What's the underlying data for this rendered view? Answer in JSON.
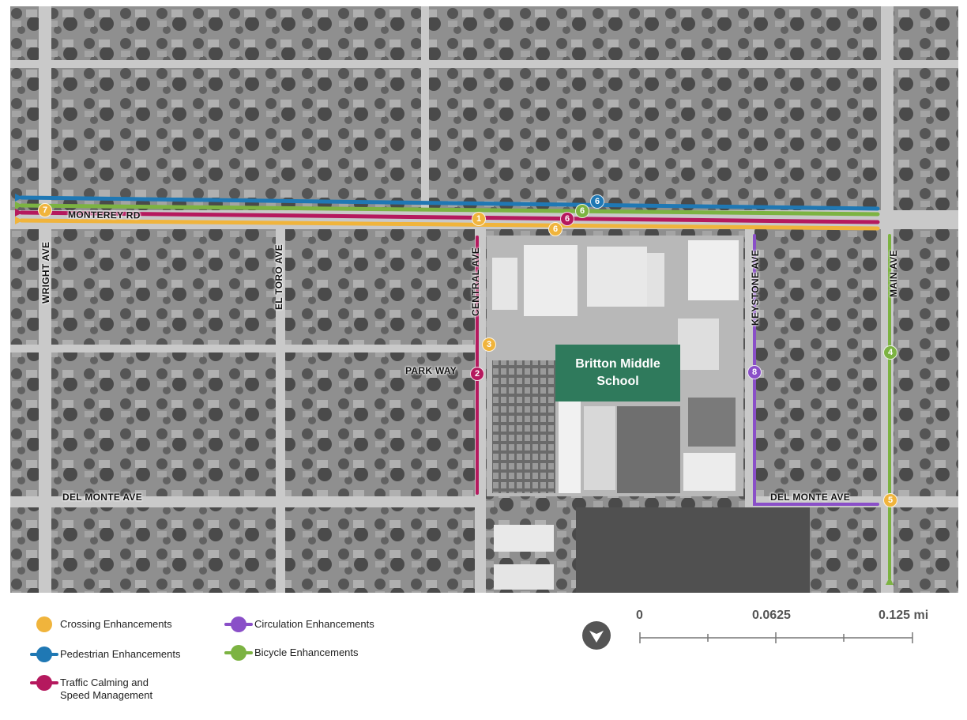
{
  "map": {
    "streets": {
      "monterey": "MONTEREY RD",
      "wright": "WRIGHT AVE",
      "el_toro": "EL TORO AVE",
      "central": "CENTRAL AVE",
      "keystone": "KEYSTONE AVE",
      "main": "MAIN AVE",
      "park_way": "PARK WAY",
      "del_monte_west": "DEL MONTE AVE",
      "del_monte_east": "DEL MONTE AVE"
    },
    "school_name": "Britton Middle School",
    "markers": [
      {
        "id": "m1",
        "label": "1",
        "category": "crossing"
      },
      {
        "id": "m2",
        "label": "2",
        "category": "traffic"
      },
      {
        "id": "m3",
        "label": "3",
        "category": "crossing"
      },
      {
        "id": "m4",
        "label": "4",
        "category": "bicycle"
      },
      {
        "id": "m5",
        "label": "5",
        "category": "crossing"
      },
      {
        "id": "m6a",
        "label": "6",
        "category": "crossing"
      },
      {
        "id": "m6b",
        "label": "6",
        "category": "traffic"
      },
      {
        "id": "m6c",
        "label": "6",
        "category": "bicycle"
      },
      {
        "id": "m6d",
        "label": "6",
        "category": "pedestrian"
      },
      {
        "id": "m7",
        "label": "7",
        "category": "crossing"
      },
      {
        "id": "m8",
        "label": "8",
        "category": "circulation"
      }
    ]
  },
  "legend": {
    "crossing": "Crossing Enhancements",
    "pedestrian": "Pedestrian Enhancements",
    "traffic": "Traffic Calming and Speed Management",
    "circulation": "Circulation Enhancements",
    "bicycle": "Bicycle Enhancements"
  },
  "colors": {
    "crossing": "#f0b43c",
    "pedestrian": "#1f78b4",
    "traffic": "#b5195e",
    "circulation": "#8a4fc8",
    "bicycle": "#7cb342",
    "school": "#2f7a5c"
  },
  "scale": {
    "label_0": "0",
    "label_mid": "0.0625",
    "label_max": "0.125 mi"
  },
  "north_arrow_icon": "north-arrow-icon"
}
